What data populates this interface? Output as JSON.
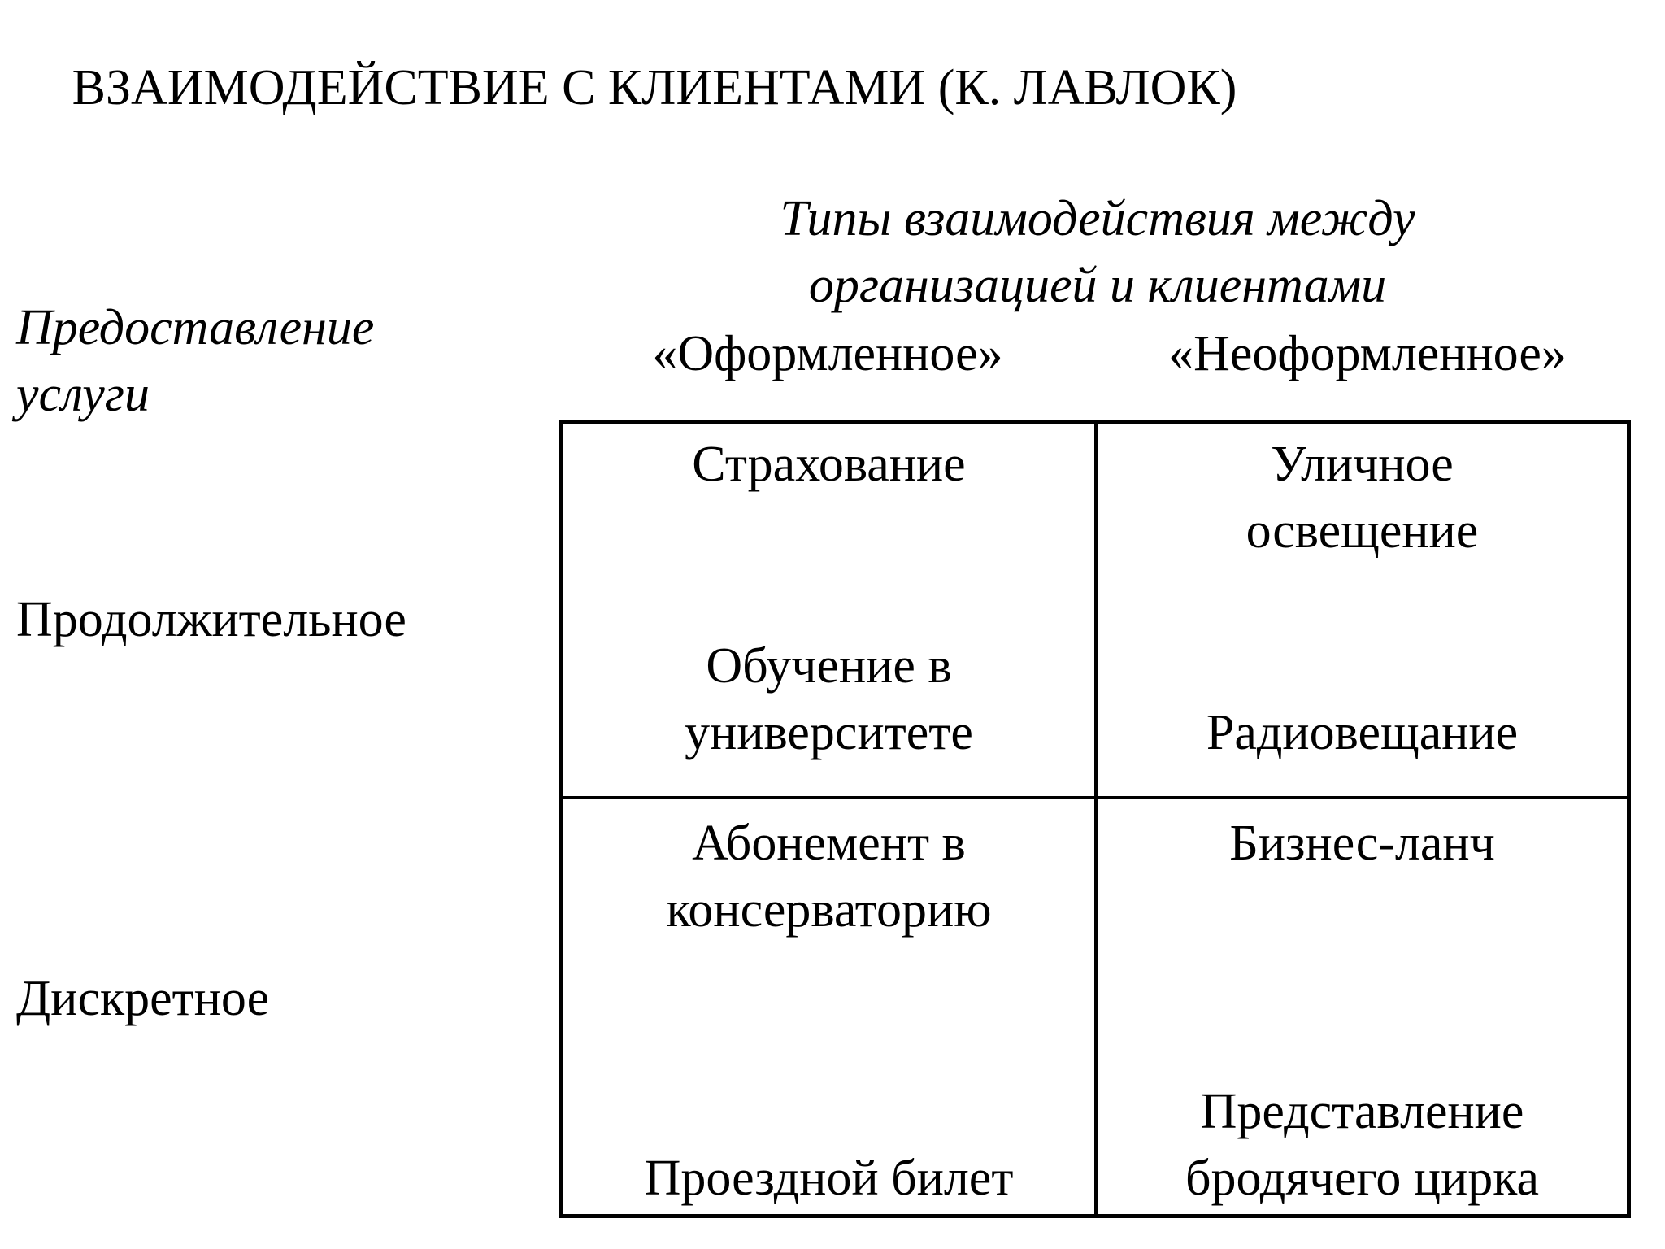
{
  "title": "ВЗАИМОДЕЙСТВИЕ С КЛИЕНТАМИ (К. ЛАВЛОК)",
  "interaction_types": {
    "title_line1": "Типы взаимодействия между",
    "title_line2": "организацией и клиентами",
    "formal": "«Оформленное»",
    "informal": "«Неоформленное»"
  },
  "service_delivery": {
    "label_line1": "Предоставление",
    "label_line2": "услуги",
    "continuous": "Продолжительное",
    "discrete": "Дискретное"
  },
  "matrix": {
    "continuous_formal": {
      "top": "Страхование",
      "bottom_line1": "Обучение в",
      "bottom_line2": "университете"
    },
    "continuous_informal": {
      "top_line1": "Уличное",
      "top_line2": "освещение",
      "bottom": "Радиовещание"
    },
    "discrete_formal": {
      "top_line1": "Абонемент в",
      "top_line2": "консерваторию",
      "bottom": "Проездной билет"
    },
    "discrete_informal": {
      "top": "Бизнес-ланч",
      "bottom_line1": "Представление",
      "bottom_line2": "бродячего цирка"
    }
  }
}
